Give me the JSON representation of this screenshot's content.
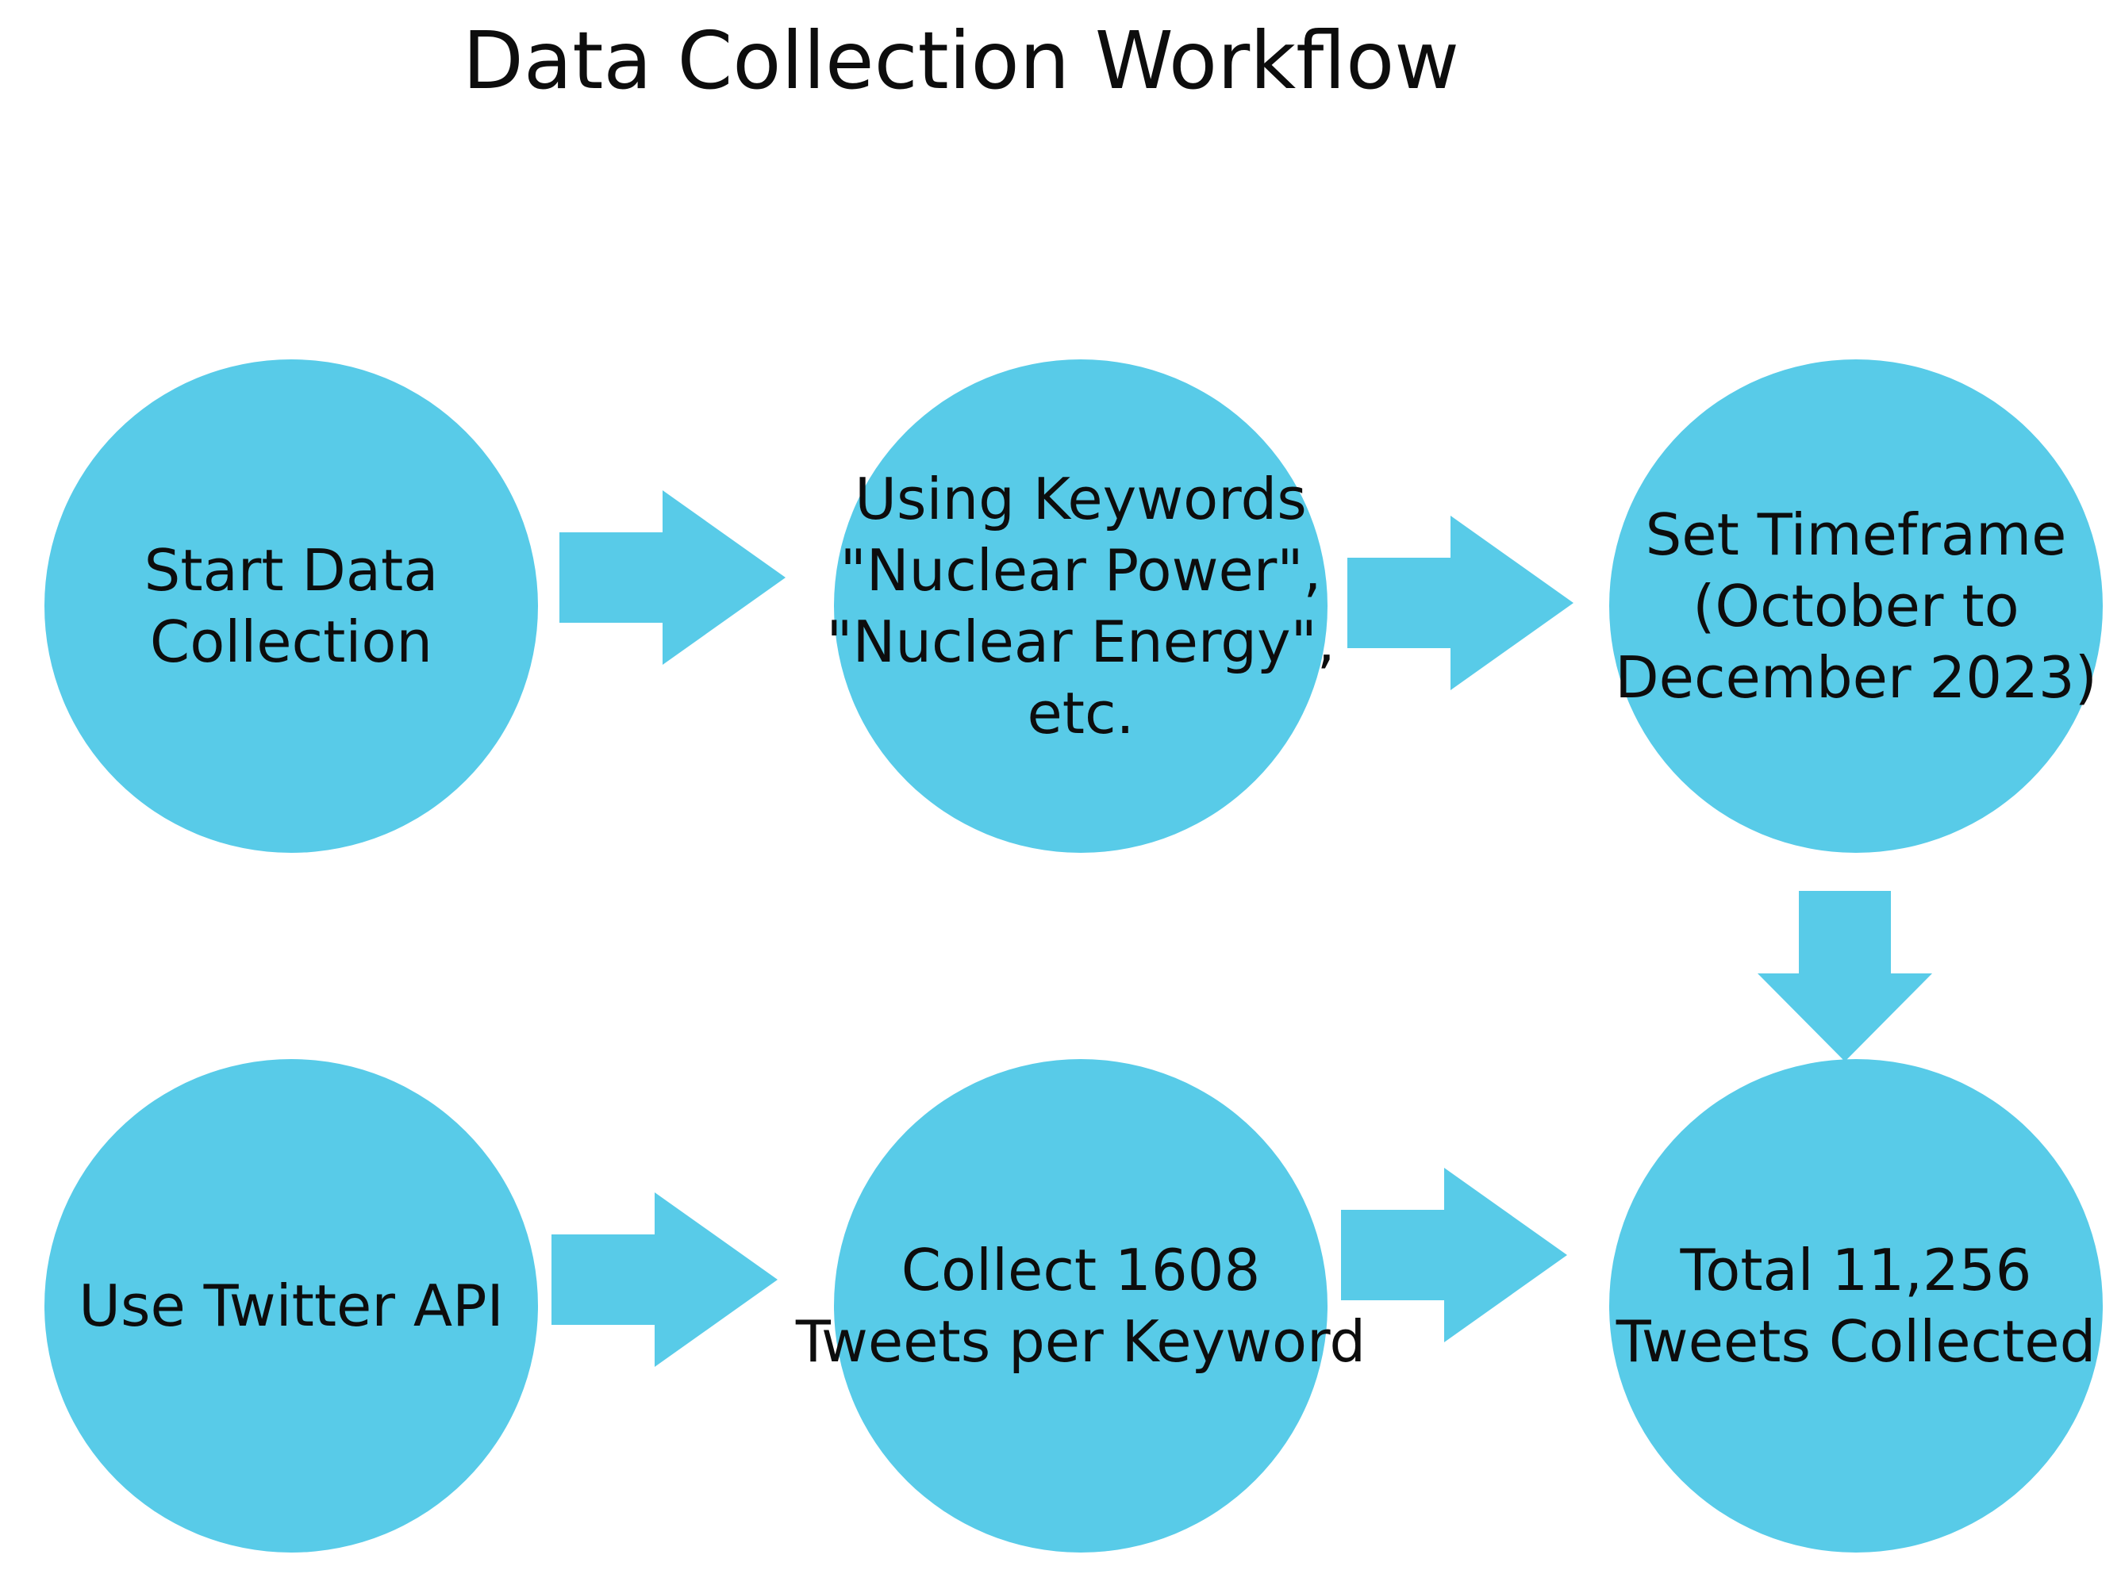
{
  "title": "Data Collection Workflow",
  "colors": {
    "node-fill": "#58CBE8",
    "text-color": "#0d0d0d",
    "bg-color": "#ffffff"
  },
  "icons": {
    "arrow-right-icon": "block arrow pointing right (▶)",
    "arrow-down-icon": "block arrow pointing down (▼)"
  },
  "diagram": {
    "type": "flowchart",
    "nodes": [
      {
        "id": "start",
        "label": "Start Data\nCollection"
      },
      {
        "id": "keywords",
        "label": "Using Keywords\n\"Nuclear Power\",\n\"Nuclear Energy\",\netc."
      },
      {
        "id": "timeframe",
        "label": "Set Timeframe\n(October to\nDecember 2023)"
      },
      {
        "id": "twitter_api",
        "label": "Use Twitter API"
      },
      {
        "id": "collect",
        "label": "Collect 1608\nTweets per Keyword"
      },
      {
        "id": "total",
        "label": "Total 11,256\nTweets Collected"
      }
    ],
    "edges": [
      {
        "from": "start",
        "to": "keywords",
        "direction": "right"
      },
      {
        "from": "keywords",
        "to": "timeframe",
        "direction": "right"
      },
      {
        "from": "timeframe",
        "to": "total",
        "direction": "down"
      },
      {
        "from": "twitter_api",
        "to": "collect",
        "direction": "right"
      },
      {
        "from": "collect",
        "to": "total",
        "direction": "right"
      }
    ]
  }
}
